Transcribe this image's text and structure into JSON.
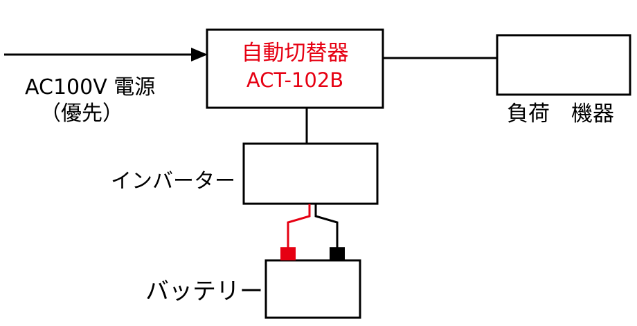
{
  "switch_box": {
    "name": "自動切替器",
    "model": "ACT-102B",
    "text_color": "#e60012"
  },
  "ac_source": {
    "label": "AC100V 電源",
    "note": "（優先）"
  },
  "load": {
    "label": "負荷　機器"
  },
  "inverter": {
    "label": "インバーター"
  },
  "battery": {
    "label": "バッテリー"
  },
  "wiring": {
    "positive_color": "#e60012",
    "negative_color": "#000000",
    "line_color": "#000000"
  }
}
